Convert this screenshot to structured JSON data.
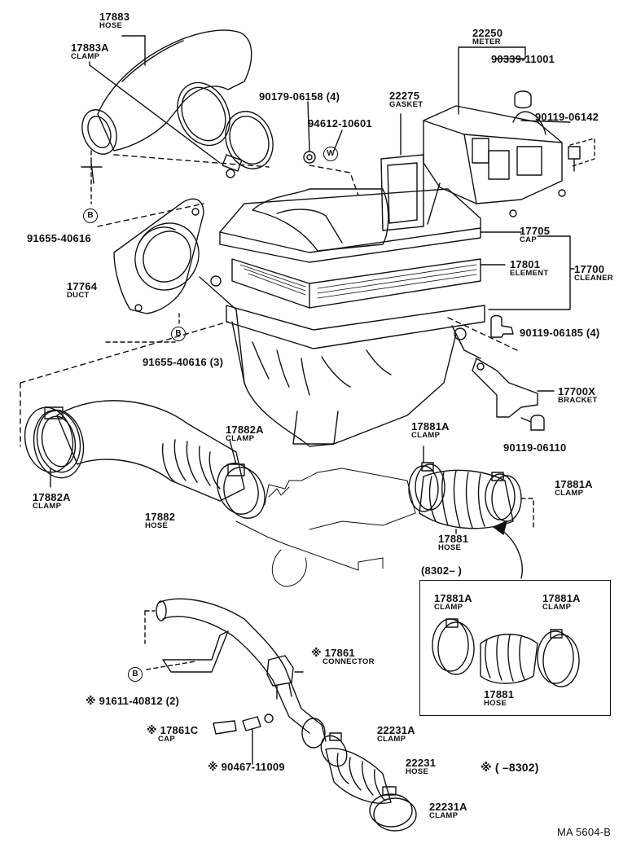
{
  "parts": {
    "p17883": {
      "no": "17883",
      "name": "HOSE"
    },
    "p17883A": {
      "no": "17883A",
      "name": "CLAMP"
    },
    "p22250": {
      "no": "22250",
      "name": "METER"
    },
    "p90339": {
      "no": "90339-11001"
    },
    "p90179": {
      "no": "90179-06158 (4)"
    },
    "p22275": {
      "no": "22275",
      "name": "GASKET"
    },
    "p94612": {
      "no": "94612-10601"
    },
    "p90119a": {
      "no": "90119-06142"
    },
    "p91655a": {
      "no": "91655-40616"
    },
    "p17705": {
      "no": "17705",
      "name": "CAP"
    },
    "p17801": {
      "no": "17801",
      "name": "ELEMENT"
    },
    "p17700": {
      "no": "17700",
      "name": "CLEANER"
    },
    "p17764": {
      "no": "17764",
      "name": "DUCT"
    },
    "p90119b": {
      "no": "90119-06185 (4)"
    },
    "p91655b": {
      "no": "91655-40616 (3)"
    },
    "p17700X": {
      "no": "17700X",
      "name": "BRACKET"
    },
    "p90119c": {
      "no": "90119-06110"
    },
    "p17882A_r": {
      "no": "17882A",
      "name": "CLAMP"
    },
    "p17881A_l": {
      "no": "17881A",
      "name": "CLAMP"
    },
    "p17881A_r": {
      "no": "17881A",
      "name": "CLAMP"
    },
    "p17882A_l": {
      "no": "17882A",
      "name": "CLAMP"
    },
    "p17882": {
      "no": "17882",
      "name": "HOSE"
    },
    "p17881": {
      "no": "17881",
      "name": "HOSE"
    },
    "p17861": {
      "no": "※ 17861",
      "name": "CONNECTOR"
    },
    "p91611": {
      "no": "※ 91611-40812 (2)"
    },
    "p17861C": {
      "no": "※ 17861C",
      "name": "CAP"
    },
    "p22231A_t": {
      "no": "22231A",
      "name": "CLAMP"
    },
    "p90467": {
      "no": "※ 90467-11009"
    },
    "p22231": {
      "no": "22231",
      "name": "HOSE"
    },
    "p22231A_b": {
      "no": "22231A",
      "name": "CLAMP"
    }
  },
  "badges": {
    "b1": "B",
    "b2": "B",
    "b3": "B",
    "w1": "W"
  },
  "inset": {
    "title": "(8302–     )",
    "clamp_left": {
      "no": "17881A",
      "name": "CLAMP"
    },
    "clamp_right": {
      "no": "17881A",
      "name": "CLAMP"
    },
    "hose": {
      "no": "17881",
      "name": "HOSE"
    }
  },
  "footnote": "※ (     –8302)",
  "drawing_code": "MA 5604-B"
}
